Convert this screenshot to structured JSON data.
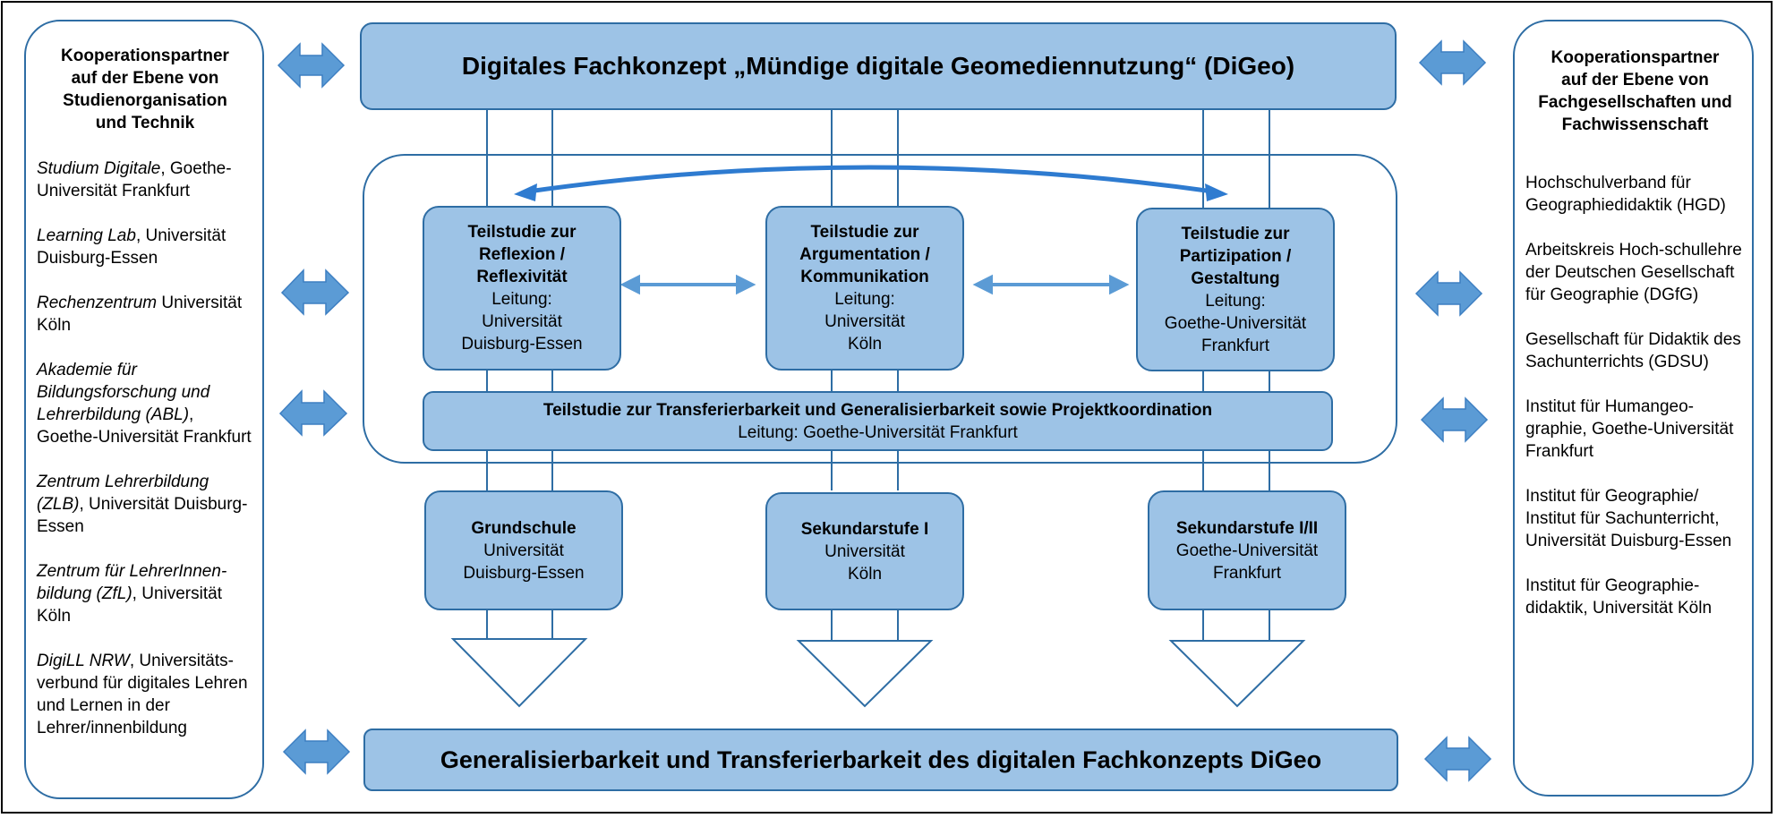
{
  "top_box": "Digitales Fachkonzept „Mündige digitale Geomediennutzung“ (DiGeo)",
  "bottom_box": "Generalisierbarkeit und Transferierbarkeit des digitalen Fachkonzepts DiGeo",
  "teilstudien": [
    {
      "title": [
        "Teilstudie zur",
        "Reflexion /",
        "Reflexivität"
      ],
      "lines": [
        "Leitung:",
        "Universität",
        "Duisburg-Essen"
      ]
    },
    {
      "title": [
        "Teilstudie zur",
        "Argumentation /",
        "Kommunikation"
      ],
      "lines": [
        "Leitung:",
        "Universität",
        "Köln"
      ]
    },
    {
      "title": [
        "Teilstudie zur",
        "Partizipation /",
        "Gestaltung"
      ],
      "lines": [
        "Leitung:",
        "Goethe-Universität",
        "Frankfurt"
      ]
    }
  ],
  "transfer": {
    "title": "Teilstudie zur Transferierbarkeit und Generalisierbarkeit sowie Projektkoordination",
    "line": "Leitung: Goethe-Universität Frankfurt"
  },
  "schulstufen": [
    {
      "title": "Grundschule",
      "lines": [
        "Universität",
        "Duisburg-Essen"
      ]
    },
    {
      "title": "Sekundarstufe I",
      "lines": [
        "Universität",
        "Köln"
      ]
    },
    {
      "title": "Sekundarstufe I/II",
      "lines": [
        "Goethe-Universität",
        "Frankfurt"
      ]
    }
  ],
  "left_panel": {
    "heading": [
      "Kooperationspartner",
      "auf der Ebene von",
      "Studienorganisation",
      "und Technik"
    ],
    "items": [
      {
        "em": "Studium Digitale",
        "rest": ", Goethe-Universität Frankfurt"
      },
      {
        "em": "Learning Lab",
        "rest": ", Universität Duisburg-Essen"
      },
      {
        "em": "Rechenzentrum",
        "rest": " Universität Köln"
      },
      {
        "em": "Akademie für Bildungsforschung und Lehrerbildung (ABL)",
        "rest": ", Goethe-Universität Frankfurt"
      },
      {
        "em": "Zentrum Lehrerbildung (ZLB)",
        "rest": ", Universität Duisburg-Essen"
      },
      {
        "em": "Zentrum für LehrerInnen-bildung (ZfL)",
        "rest": ", Universität Köln"
      },
      {
        "em": "DigiLL NRW",
        "rest": ", Universitäts-verbund für digitales Lehren und Lernen in der Lehrer/innenbildung"
      }
    ]
  },
  "right_panel": {
    "heading": [
      "Kooperationspartner",
      "auf der Ebene von",
      "Fachgesellschaften und",
      "Fachwissenschaft"
    ],
    "items": [
      "Hochschulverband für Geographiedidaktik (HGD)",
      "Arbeitskreis Hoch-schullehre der Deutschen Gesellschaft für Geographie (DGfG)",
      "Gesellschaft für Didaktik des Sachunterrichts (GDSU)",
      "Institut für Humangeo-graphie, Goethe-Universität Frankfurt",
      "Institut für Geographie/ Institut für Sachunterricht, Universität Duisburg-Essen",
      "Institut für Geographie-didaktik, Universität Köln"
    ]
  },
  "colors": {
    "box_fill": "#9dc3e6",
    "box_border": "#2e6da4",
    "arrow_fill": "#5b9bd5",
    "frame": "#000000"
  }
}
